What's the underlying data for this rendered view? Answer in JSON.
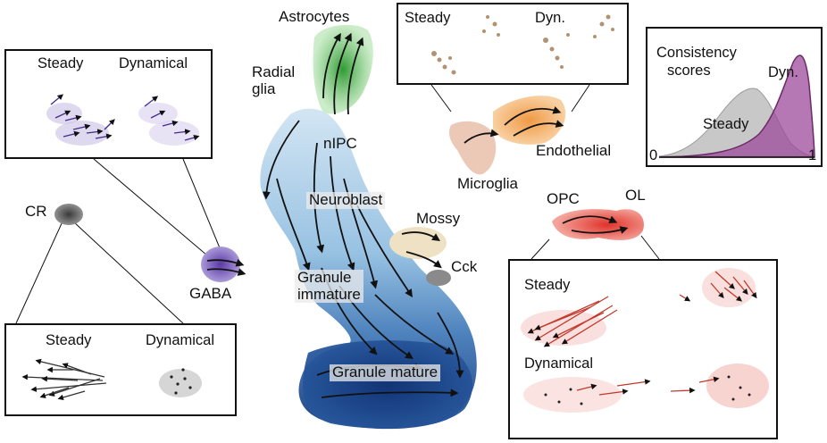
{
  "clusters": {
    "astrocytes": "Astrocytes",
    "radial_glia": [
      "Radial",
      "glia"
    ],
    "nipc": "nIPC",
    "neuroblast": "Neuroblast",
    "mossy": "Mossy",
    "cck": "Cck",
    "granule_immature": [
      "Granule",
      "immature"
    ],
    "granule_mature": "Granule mature",
    "endothelial": "Endothelial",
    "microglia": "Microglia",
    "opc": "OPC",
    "ol": "OL",
    "cr": "CR",
    "gaba": "GABA"
  },
  "insets": {
    "gaba_top": {
      "left": "Steady",
      "right": "Dynamical"
    },
    "astro_top": {
      "left": "Steady",
      "right": "Dyn."
    },
    "cr_bottom": {
      "left": "Steady",
      "right": "Dynamical"
    },
    "opc_bottom": {
      "top": "Steady",
      "bottom": "Dynamical"
    },
    "consistency": {
      "title": [
        "Consistency",
        "scores"
      ],
      "steady": "Steady",
      "dyn": "Dyn.",
      "x_min": "0",
      "x_max": "1"
    }
  },
  "colors": {
    "astrocytes": "#3aa13a",
    "neuro_light": "#a9cde6",
    "neuro_mid": "#5b9bd0",
    "granule_dark": "#163e86",
    "endothelial": "#f0a050",
    "microglia": "#e6b9a2",
    "opc": "#e4473a",
    "mossy": "#efe2c6",
    "cck": "#8a8a8a",
    "cr": "#555555",
    "gaba": "#6a4cb0",
    "steady_fill": "#c9c9c9",
    "dyn_fill": "#9a3d98"
  }
}
